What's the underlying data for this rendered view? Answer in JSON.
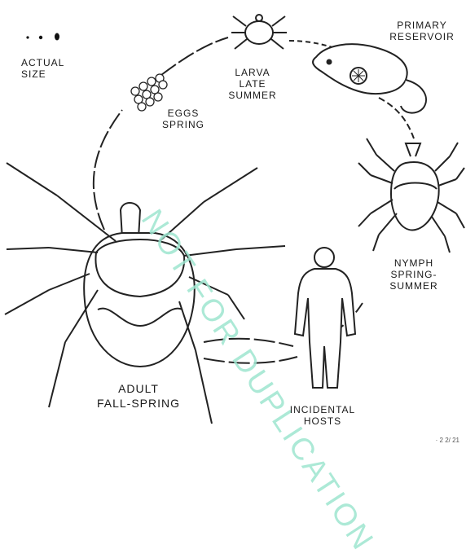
{
  "diagram": {
    "stages": [
      {
        "id": "size",
        "line1": "ACTUAL",
        "line2": "SIZE"
      },
      {
        "id": "eggs",
        "line1": "EGGS",
        "line2": "SPRING"
      },
      {
        "id": "larva",
        "line1": "LARVA",
        "line2": "LATE",
        "line3": "SUMMER"
      },
      {
        "id": "reservoir",
        "line1": "PRIMARY",
        "line2": "RESERVOIR"
      },
      {
        "id": "nymph",
        "line1": "NYMPH",
        "line2": "SPRING-",
        "line3": "SUMMER"
      },
      {
        "id": "hosts",
        "line1": "INCIDENTAL",
        "line2": "HOSTS"
      },
      {
        "id": "adult",
        "line1": "ADULT",
        "line2": "FALL-SPRING"
      }
    ],
    "watermark": "NOT FOR DUPLICATION",
    "credit": "· 2 2/ 21"
  }
}
